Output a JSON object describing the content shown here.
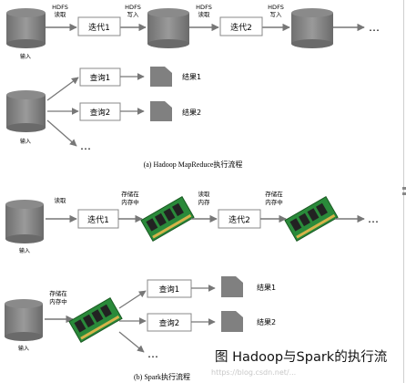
{
  "hadoop": {
    "caption": "(a) Hadoop MapReduce执行流程",
    "row1": {
      "input_label": "输入",
      "read_label": [
        "HDFS",
        "读取"
      ],
      "write1_label": [
        "HDFS",
        "写入"
      ],
      "read2_label": [
        "HDFS",
        "读取"
      ],
      "write2_label": [
        "HDFS",
        "写入"
      ],
      "iter1": "迭代1",
      "iter2": "迭代2",
      "ellipsis": "…"
    },
    "row2": {
      "input_label": "输入",
      "query1": "查询1",
      "query2": "查询2",
      "result1": "结果1",
      "result2": "结果2",
      "ellipsis": "…"
    }
  },
  "spark": {
    "caption": "(b) Spark执行流程",
    "row1": {
      "input_label": "输入",
      "read_label": "读取",
      "store1_label": [
        "存储在",
        "内存中"
      ],
      "read2_label": [
        "读取",
        "内存"
      ],
      "store2_label": [
        "存储在",
        "内存中"
      ],
      "iter1": "迭代1",
      "iter2": "迭代2",
      "ellipsis": "…"
    },
    "row2": {
      "input_label": "输入",
      "store_label": [
        "存储在",
        "内存中"
      ],
      "query1": "查询1",
      "query2": "查询2",
      "result1": "结果1",
      "result2": "结果2",
      "ellipsis": "…"
    }
  },
  "figure_title": "图 Hadoop与Spark的执行流",
  "watermark": "https://blog.csdn.net/..."
}
